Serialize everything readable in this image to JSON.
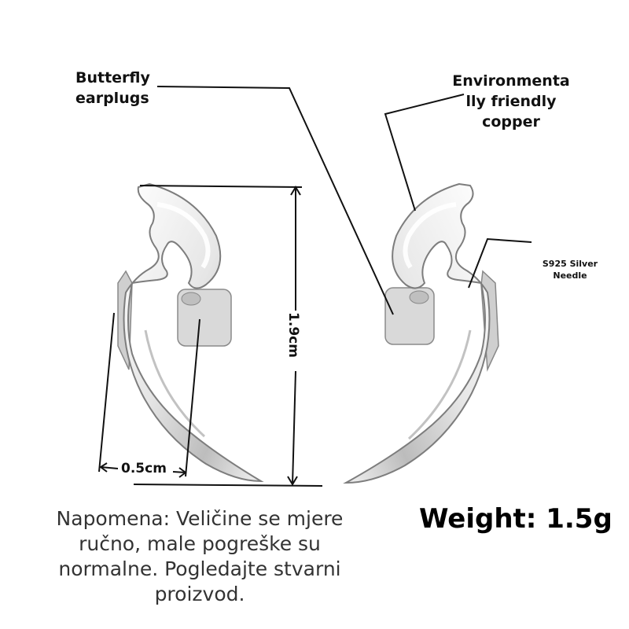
{
  "callouts": {
    "butterfly_earplugs": [
      "Butterfly",
      "earplugs"
    ],
    "copper": [
      "Environmenta",
      "lly friendly",
      "copper"
    ],
    "needle": [
      "S925 Silver",
      "Needle"
    ]
  },
  "dimensions": {
    "height": "1.9cm",
    "width": "0.5cm"
  },
  "note": "Napomena: Veličine se mjere ručno, male pogreške su normalne. Pogledajte stvarni proizvod.",
  "weight": "Weight: 1.5g",
  "colors": {
    "metal_light": "#f4f4f4",
    "metal_mid": "#c8c8c8",
    "metal_dark": "#7d7d7d",
    "line": "#111111"
  }
}
